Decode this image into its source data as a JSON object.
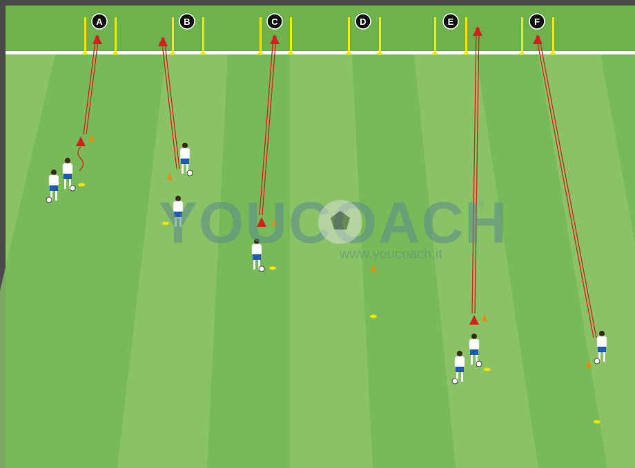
{
  "goals": [
    {
      "label": "A"
    },
    {
      "label": "B"
    },
    {
      "label": "C"
    },
    {
      "label": "D"
    },
    {
      "label": "E"
    },
    {
      "label": "F"
    }
  ],
  "watermark": {
    "brand": "YOUCOACH",
    "registered": "®",
    "url": "www.youcoach.it"
  },
  "colors": {
    "grass_light": "#8fc66a",
    "grass_dark": "#6bb04c",
    "line": "#ffffff",
    "pole": "#f2e600",
    "arrow": "#d62020",
    "cone": "#f08a00",
    "marker": "#f2e600",
    "badge": "#111111"
  }
}
